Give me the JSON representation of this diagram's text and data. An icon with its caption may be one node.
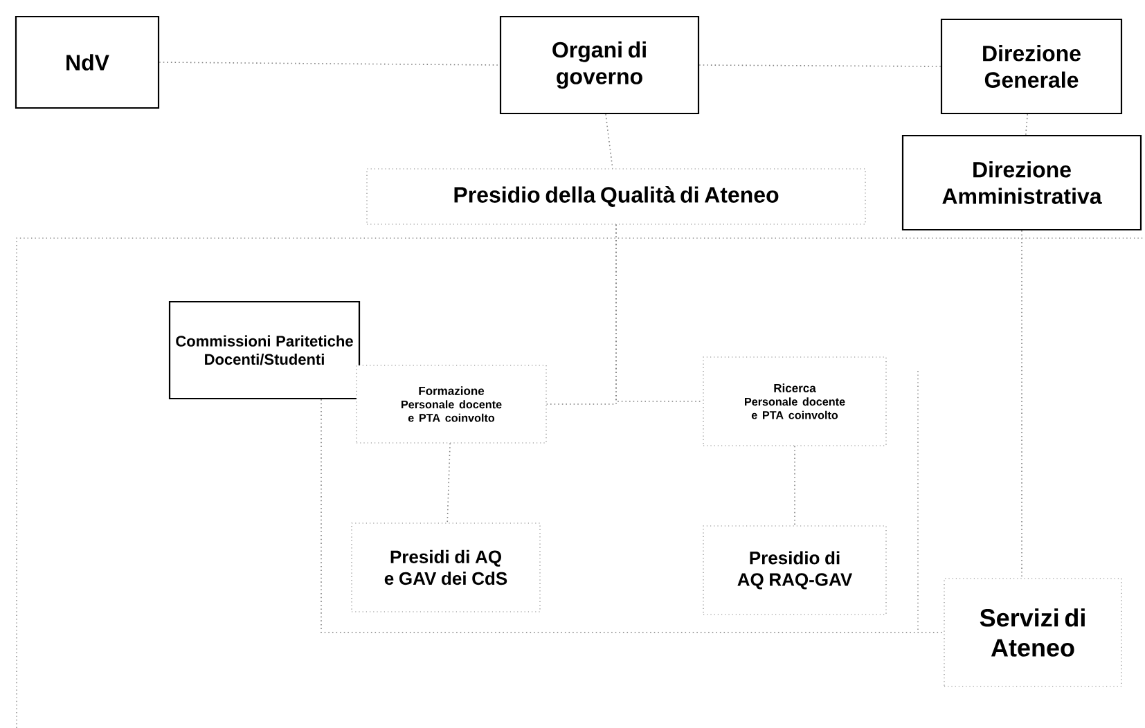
{
  "diagram": {
    "nodes": [
      {
        "text": [
          "NdV"
        ]
      },
      {
        "text": [
          "Organi di governo"
        ]
      },
      {
        "text": [
          "Direzione Generale"
        ]
      },
      {
        "text": [
          "Presidio della Qualità di Ateneo"
        ]
      },
      {
        "text": [
          "Direzione Amministrativa"
        ]
      },
      {
        "text": [
          "Commissioni Paritetiche Docenti/Studenti"
        ]
      },
      {
        "text": [
          "Formazione",
          "Personale docente e PTA coinvolto"
        ]
      },
      {
        "text": [
          "Ricerca",
          "Personale docente e PTA coinvolto"
        ]
      },
      {
        "text": [
          "Presidi di AQ e GAV dei CdS"
        ]
      },
      {
        "text": [
          "Presidio di AQ RAQ-GAV"
        ]
      },
      {
        "text": [
          "Servizi di Ateneo"
        ]
      }
    ],
    "edges": [
      {
        "from": 0,
        "to": 1,
        "arrow": "none"
      },
      {
        "from": 1,
        "to": 2,
        "arrow": "none"
      },
      {
        "from": 1,
        "to": 3,
        "arrow": "none"
      },
      {
        "from": 2,
        "to": 4,
        "arrow": "none"
      },
      {
        "from": 3,
        "to": 6,
        "arrow": "none"
      },
      {
        "from": 3,
        "to": 7,
        "arrow": "none"
      },
      {
        "from": 6,
        "to": 8,
        "arrow": "none"
      },
      {
        "from": 7,
        "to": 9,
        "arrow": "none"
      },
      {
        "from": 4,
        "to": 10,
        "arrow": "none"
      },
      {
        "from": 5,
        "to": 10,
        "arrow": "none"
      }
    ]
  }
}
